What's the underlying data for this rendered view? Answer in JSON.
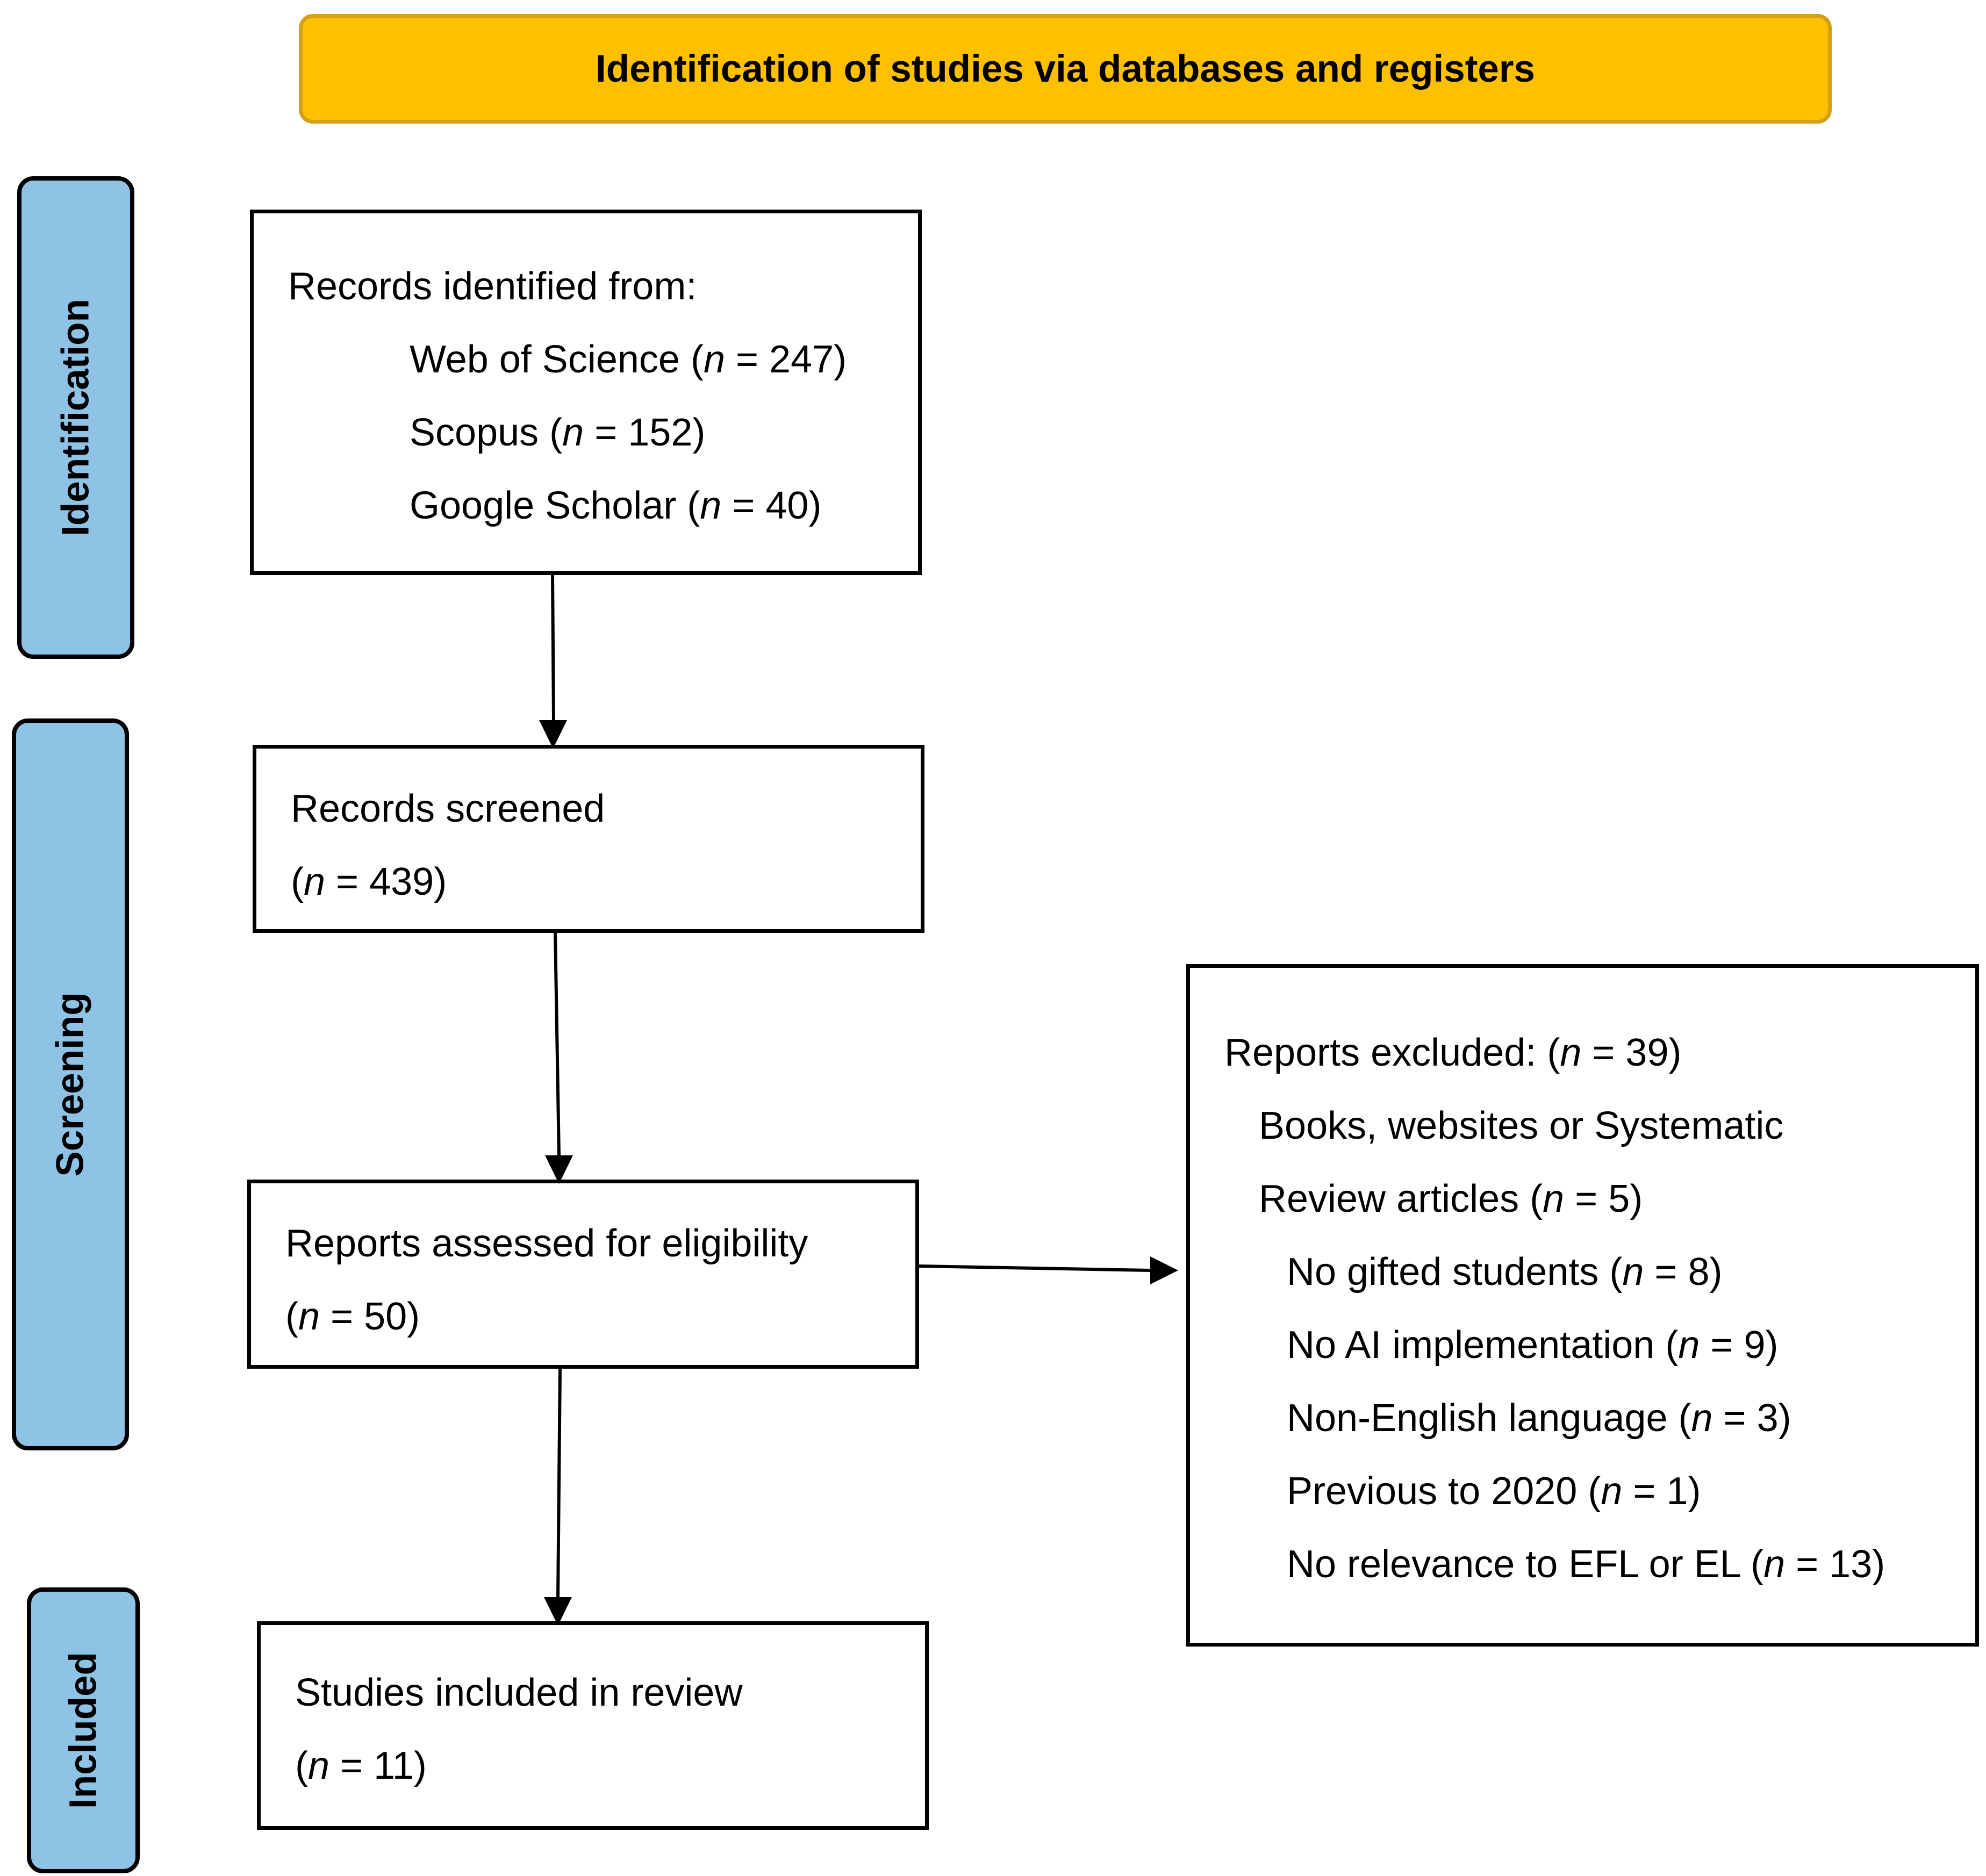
{
  "header": {
    "title": "Identification of studies via databases and registers"
  },
  "stages": {
    "identification": "Identification",
    "screening": "Screening",
    "included": "Included"
  },
  "identified": {
    "heading": "Records identified from:",
    "sources": [
      {
        "label": "Web of Science (",
        "n": "n",
        "count": " = 247)"
      },
      {
        "label": "Scopus (",
        "n": "n",
        "count": " = 152)"
      },
      {
        "label": "Google Scholar (",
        "n": "n",
        "count": " = 40)"
      }
    ]
  },
  "screened": {
    "heading": "Records screened",
    "open": "(",
    "n": "n",
    "count": " = 439)"
  },
  "eligibility": {
    "heading": "Reports assessed for eligibility",
    "open": "(",
    "n": "n",
    "count": " = 50)"
  },
  "included_box": {
    "heading": "Studies included in review",
    "open": "(",
    "n": "n",
    "count": " = 11)"
  },
  "excluded": {
    "heading": {
      "label": "Reports excluded: (",
      "n": "n",
      "count": " = 39)"
    },
    "line1": "Books, websites or Systematic",
    "line2": {
      "label": "Review articles (",
      "n": "n",
      "count": " = 5)"
    },
    "reasons": [
      {
        "label": "No gifted students (",
        "n": "n",
        "count": " = 8)"
      },
      {
        "label": "No AI implementation (",
        "n": "n",
        "count": " = 9)"
      },
      {
        "label": "Non-English language (",
        "n": "n",
        "count": " = 3)"
      },
      {
        "label": "Previous to 2020 (",
        "n": "n",
        "count": " = 1)"
      },
      {
        "label": "No relevance to EFL or EL (",
        "n": "n",
        "count": " = 13)"
      }
    ]
  },
  "colors": {
    "header_fill": "#FFC000",
    "stage_fill": "#8EC3E6",
    "line": "#000000"
  }
}
